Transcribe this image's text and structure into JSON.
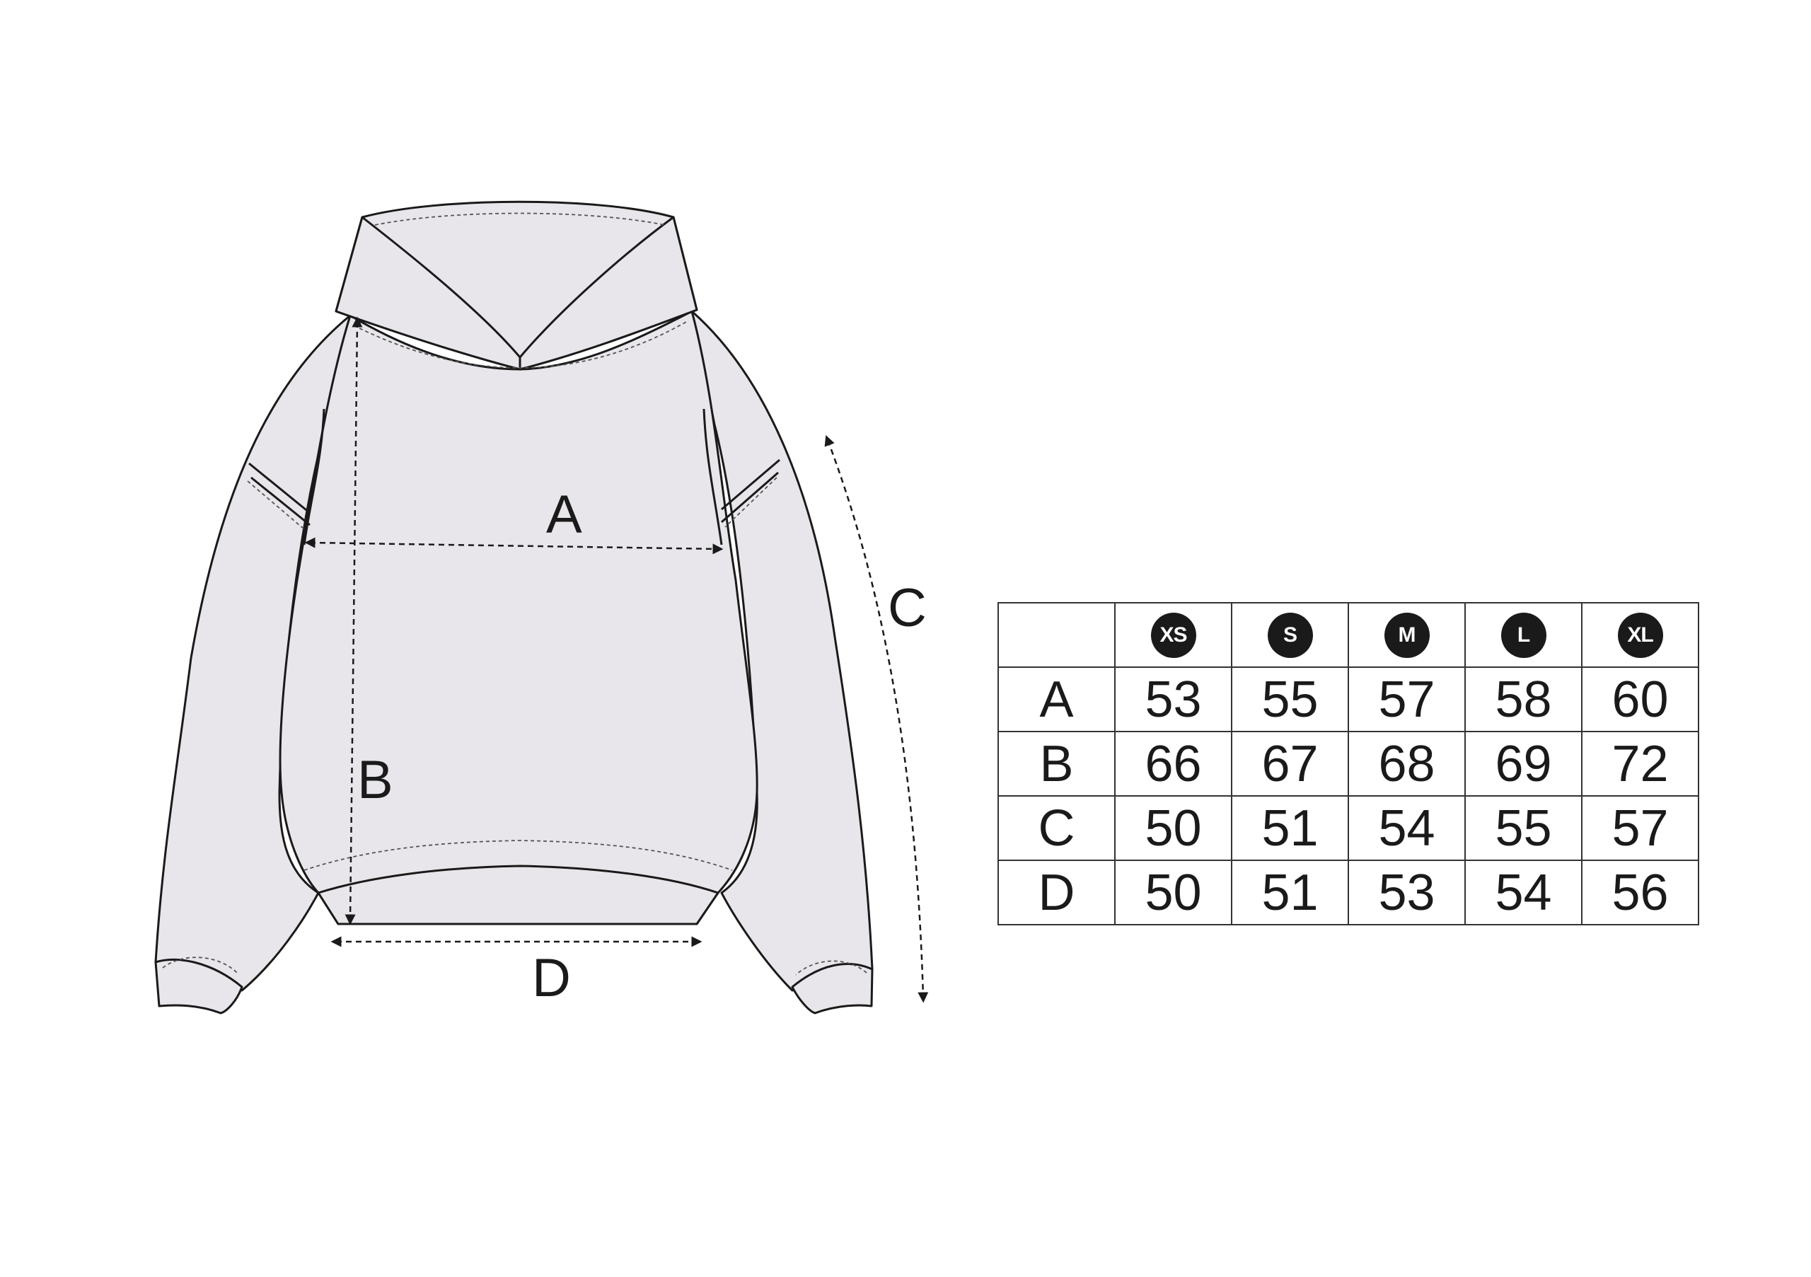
{
  "diagram": {
    "labels": {
      "a": "A",
      "b": "B",
      "c": "C",
      "d": "D"
    }
  },
  "table": {
    "sizes": [
      "XS",
      "S",
      "M",
      "L",
      "XL"
    ],
    "rows": [
      {
        "label": "A",
        "values": [
          "53",
          "55",
          "57",
          "58",
          "60"
        ]
      },
      {
        "label": "B",
        "values": [
          "66",
          "67",
          "68",
          "69",
          "72"
        ]
      },
      {
        "label": "C",
        "values": [
          "50",
          "51",
          "54",
          "55",
          "57"
        ]
      },
      {
        "label": "D",
        "values": [
          "50",
          "51",
          "53",
          "54",
          "56"
        ]
      }
    ]
  },
  "colors": {
    "garment_fill": "#e8e6ea",
    "outline": "#1a1a1a",
    "badge": "#1a1a1a"
  }
}
